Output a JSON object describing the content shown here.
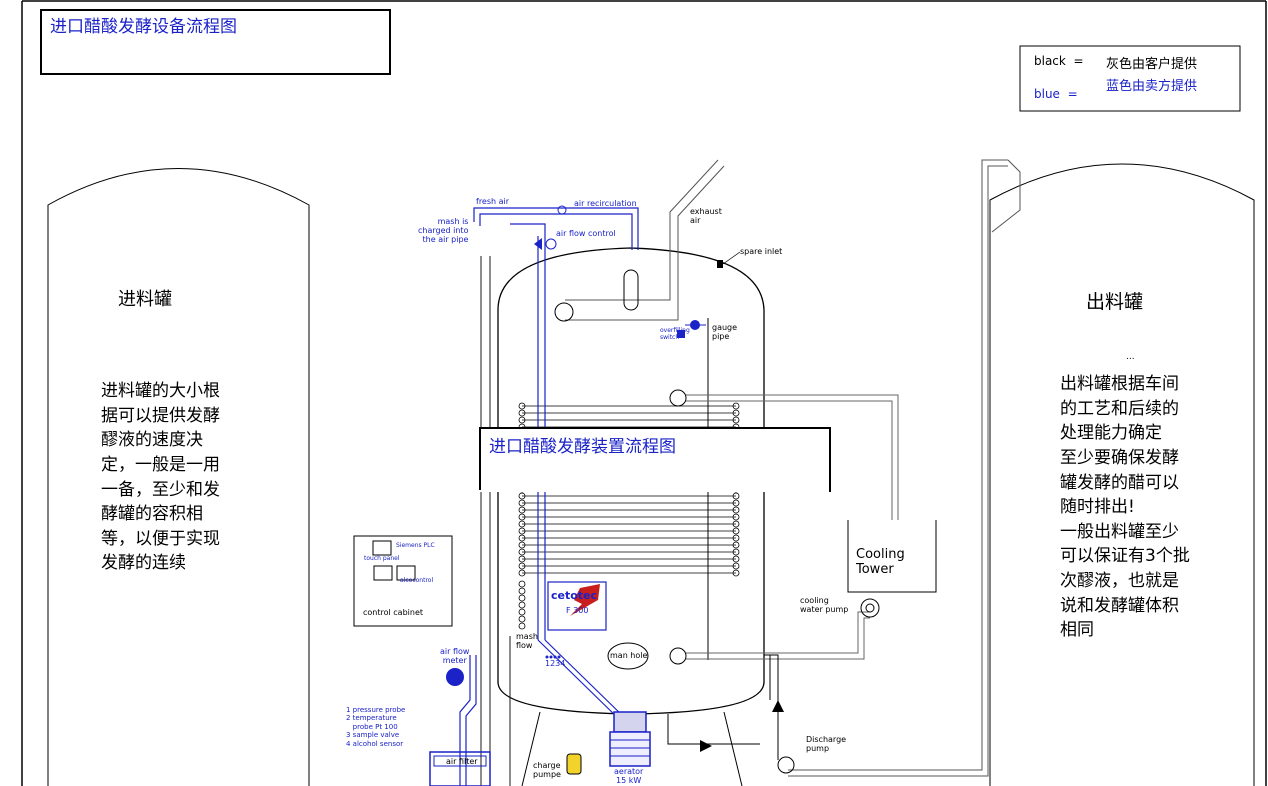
{
  "title_box": "进口醋酸发酵设备流程图",
  "center_title": "进口醋酸发酵装置流程图",
  "legend": {
    "black_key": "black  =",
    "black_text": "灰色由客户提供",
    "blue_key": "blue  =",
    "blue_text": "蓝色由卖方提供"
  },
  "left_tank": {
    "title": "进料罐",
    "body": "进料罐的大小根\n据可以提供发酵\n醪液的速度决\n定，一般是一用\n一备，至少和发\n酵罐的容积相\n等，以便于实现\n发酵的连续"
  },
  "right_tank": {
    "title": "出料罐",
    "dots": "...",
    "body": "出料罐根据车间\n的工艺和后续的\n处理能力确定\n至少要确保发酵\n罐发酵的醋可以\n随时排出!\n一般出料罐至少\n可以保证有3个批\n次醪液，也就是\n说和发酵罐体积\n相同"
  },
  "labels": {
    "fresh_air": "fresh air",
    "air_recirculation": "air recirculation",
    "exhaust_air": "exhaust\nair",
    "mash_charged": "mash is\ncharged into\nthe air pipe",
    "air_flow_control": "air flow control",
    "spare_inlet": "spare inlet",
    "overfilling_switch": "overfilling\nswitch",
    "gauge_pipe": "gauge\npipe",
    "cooling_tower": "Cooling\nTower",
    "cooling_water_pump": "cooling\nwater pump",
    "siemens_plc": "Siemens PLC",
    "touch_panel": "touch panel",
    "alcoscontrol": "alcocontrol",
    "control_cabinet": "control cabinet",
    "mash_flow": "mash\nflow",
    "sensor_numbers": "1234",
    "man_hole": "man hole",
    "air_flow_meter": "air flow\nmeter",
    "probes": "1 pressure probe\n2 temperature\n   probe Pt 100\n3 sample valve\n4 alcohol sensor",
    "air_filter": "air filter",
    "charge_pump": "charge\npumpe",
    "aerator": "aerator\n15 kW",
    "discharge_pump": "Discharge\npump",
    "brand": "cetotec",
    "model": "F 300"
  },
  "colors": {
    "blue": "#1a22c8",
    "black": "#000000",
    "red": "#c81e1e",
    "yellow": "#f2d32c",
    "grey": "#777777"
  }
}
